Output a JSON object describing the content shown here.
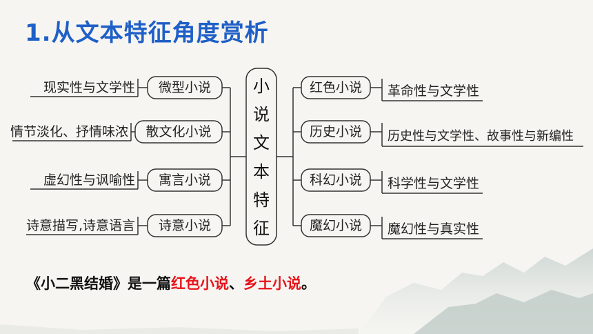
{
  "title": "1.从文本特征角度赏析",
  "center_label": [
    "小",
    "说",
    "文",
    "本",
    "特",
    "征"
  ],
  "left_branches": [
    {
      "node": "微型小说",
      "leaf": "现实性与文学性"
    },
    {
      "node": "散文化小说",
      "leaf": "情节淡化、抒情味浓"
    },
    {
      "node": "寓言小说",
      "leaf": "虚幻性与讽喻性"
    },
    {
      "node": "诗意小说",
      "leaf": "诗意描写,诗意语言"
    }
  ],
  "right_branches": [
    {
      "node": "红色小说",
      "leaf": "革命性与文学性"
    },
    {
      "node": "历史小说",
      "leaf": "历史性与文学性、故事性与新编性"
    },
    {
      "node": "科幻小说",
      "leaf": "科学性与文学性"
    },
    {
      "node": "魔幻小说",
      "leaf": "魔幻性与真实性"
    }
  ],
  "sentence": {
    "part1": "《小二黑结婚》是一篇",
    "red1": "红色小说",
    "sep": "、",
    "red2": "乡土小说",
    "end": "。"
  },
  "colors": {
    "title": "#1f5fc7",
    "highlight": "#e8141b"
  }
}
